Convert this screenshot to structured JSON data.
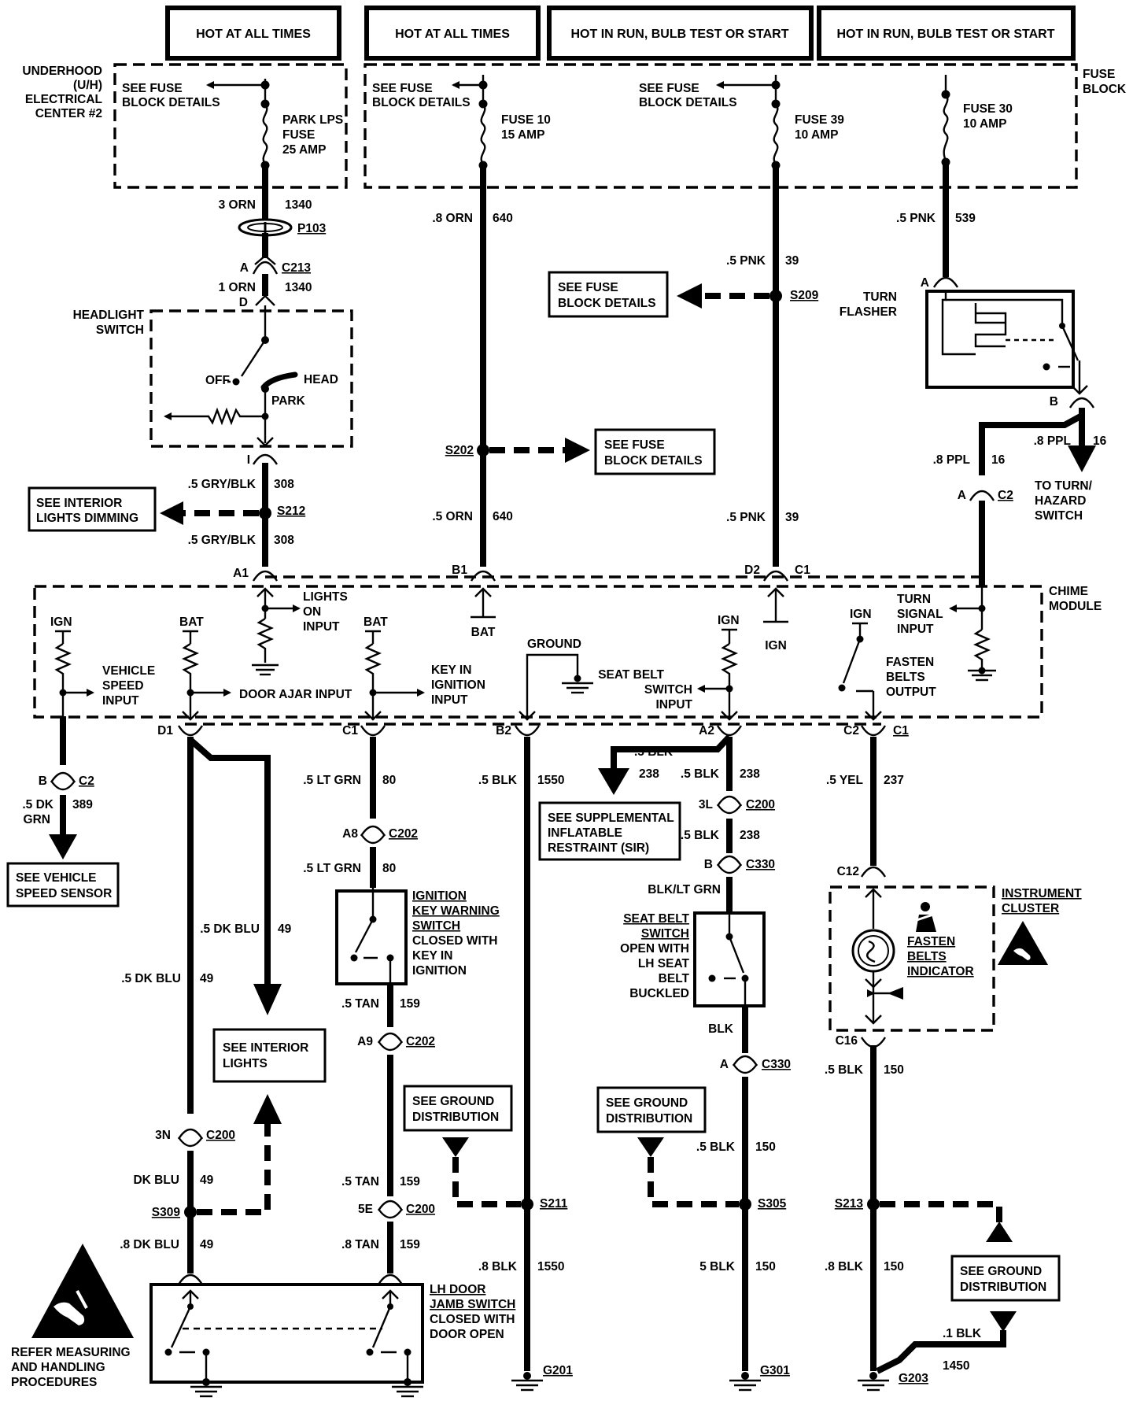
{
  "headers": {
    "h1": "HOT AT ALL TIMES",
    "h2": "HOT AT ALL TIMES",
    "h3": "HOT IN RUN, BULB TEST OR START",
    "h4": "HOT IN RUN, BULB TEST OR START"
  },
  "underhood": {
    "title": [
      "UNDERHOOD",
      "(U/H)",
      "ELECTRICAL",
      "CENTER #2"
    ],
    "see_fuse": [
      "SEE FUSE",
      "BLOCK DETAILS"
    ],
    "fuse": [
      "PARK LPS",
      "FUSE",
      "25 AMP"
    ]
  },
  "fuse_block": {
    "title": [
      "FUSE",
      "BLOCK"
    ],
    "see_fuse_1": [
      "SEE FUSE",
      "BLOCK DETAILS"
    ],
    "see_fuse_2": [
      "SEE FUSE",
      "BLOCK DETAILS"
    ],
    "fuse10": [
      "FUSE 10",
      "15 AMP"
    ],
    "fuse39": [
      "FUSE 39",
      "10 AMP"
    ],
    "fuse30": [
      "FUSE 30",
      "10 AMP"
    ]
  },
  "wires": {
    "w_3orn": "3 ORN",
    "c_1340a": "1340",
    "p103": "P103",
    "pin_a": "A",
    "c213": "C213",
    "w_1orn": "1 ORN",
    "c_1340b": "1340",
    "pin_d": "D",
    "w_8orn": ".8 ORN",
    "c_640a": "640",
    "w_5pnk_a": ".5 PNK",
    "c_39a": "39",
    "w_5pnk_539": ".5 PNK",
    "c_539": "539",
    "pin_a_tf": "A",
    "s209": "S209",
    "s202": "S202",
    "s212": "S212",
    "pin_i": "I",
    "w_gryblk_a": ".5 GRY/BLK",
    "c_308a": "308",
    "w_gryblk_b": ".5 GRY/BLK",
    "c_308b": "308",
    "w_5orn": ".5 ORN",
    "c_640b": "640",
    "w_5pnk_b": ".5 PNK",
    "c_39b": "39",
    "pin_b_tf": "B",
    "w_8ppl_a": ".8 PPL",
    "c_16a": "16",
    "w_8ppl_b": ".8 PPL",
    "c_16b": "16",
    "pin_a_c2": "A",
    "c2_top": "C2",
    "pin_a1": "A1",
    "pin_b1": "B1",
    "pin_d2": "D2",
    "pin_c1_top": "C1"
  },
  "see_boxes": {
    "fuse_s209": [
      "SEE FUSE",
      "BLOCK DETAILS"
    ],
    "fuse_s202": [
      "SEE FUSE",
      "BLOCK DETAILS"
    ],
    "interior_dimming": [
      "SEE INTERIOR",
      "LIGHTS DIMMING"
    ],
    "to_turn_hazard": [
      "TO TURN/",
      "HAZARD",
      "SWITCH"
    ]
  },
  "headlight_switch": {
    "title": [
      "HEADLIGHT",
      "SWITCH"
    ],
    "off": "OFF",
    "head": "HEAD",
    "park": "PARK"
  },
  "turn_flasher": {
    "title": [
      "TURN",
      "FLASHER"
    ]
  },
  "chime_module": {
    "title": [
      "CHIME",
      "MODULE"
    ],
    "ign1": "IGN",
    "vehicle_speed": [
      "VEHICLE",
      "SPEED",
      "INPUT"
    ],
    "bat1": "BAT",
    "door_ajar": "DOOR AJAR INPUT",
    "lights_on": [
      "LIGHTS",
      "ON",
      "INPUT"
    ],
    "bat2": "BAT",
    "key_in": [
      "KEY IN",
      "IGNITION",
      "INPUT"
    ],
    "bat3": "BAT",
    "ground": "GROUND",
    "ign2": "IGN",
    "seat_belt": [
      "SEAT BELT",
      "SWITCH",
      "INPUT"
    ],
    "ign3": "IGN",
    "ign4": "IGN",
    "fasten": [
      "FASTEN",
      "BELTS",
      "OUTPUT"
    ],
    "turn_signal": [
      "TURN",
      "SIGNAL",
      "INPUT"
    ]
  },
  "lower": {
    "pin_d1": "D1",
    "pin_c1": "C1",
    "pin_b2": "B2",
    "pin_a2": "A2",
    "pin_c2": "C2",
    "pin_c1b": "C1",
    "pin_b_c2": "B",
    "c2_low": "C2",
    "w_dkgrn": [
      ".5 DK",
      "GRN"
    ],
    "c_389": "389",
    "see_vss": [
      "SEE  VEHICLE",
      "SPEED  SENSOR"
    ],
    "w_dkblu_a": ".5 DK BLU",
    "c_49a": "49",
    "w_dkblu_b": ".5 DK BLU",
    "c_49b": "49",
    "see_int_lights": [
      "SEE INTERIOR",
      "LIGHTS"
    ],
    "pin_3n": "3N",
    "c200_a": "C200",
    "w_dkblu_c": "DK BLU",
    "c_49c": "49",
    "s309": "S309",
    "w_8dkblu": ".8 DK BLU",
    "c_49d": "49",
    "w_ltgrn_a": ".5 LT GRN",
    "c_80a": "80",
    "pin_a8": "A8",
    "c202_a": "C202",
    "w_ltgrn_b": ".5 LT GRN",
    "c_80b": "80",
    "ign_key": [
      "IGNITION",
      "KEY WARNING",
      "SWITCH",
      "CLOSED WITH",
      "KEY IN",
      "IGNITION"
    ],
    "w_5tan_a": ".5 TAN",
    "c_159a": "159",
    "pin_a9": "A9",
    "c202_b": "C202",
    "w_5tan_b": ".5 TAN",
    "c_159b": "159",
    "pin_5e": "5E",
    "c200_b": "C200",
    "w_8tan": ".8 TAN",
    "c_159c": "159",
    "lh_door": [
      "LH DOOR",
      "JAMB SWITCH",
      "CLOSED WITH",
      "DOOR OPEN"
    ],
    "w_5blk_1550": ".5 BLK",
    "c_1550a": "1550",
    "see_gnd_1": [
      "SEE GROUND",
      "DISTRIBUTION"
    ],
    "s211": "S211",
    "w_8blk_1550": ".8 BLK",
    "c_1550b": "1550",
    "g201": "G201",
    "w_5blk_238a": ".5 BLK",
    "c_238a": "238",
    "w_5blk_238b": ".5 BLK",
    "c_238b": "238",
    "see_sir": [
      "SEE SUPPLEMENTAL",
      "INFLATABLE",
      "RESTRAINT (SIR)"
    ],
    "pin_3l": "3L",
    "c200_c": "C200",
    "w_5blk_238c": ".5 BLK",
    "c_238c": "238",
    "pin_b_c330": "B",
    "c330_a": "C330",
    "w_blkltgrn": "BLK/LT GRN",
    "seat_belt_sw": [
      "SEAT BELT",
      "SWITCH",
      "OPEN WITH",
      "LH SEAT",
      "BELT",
      "BUCKLED"
    ],
    "w_blk": "BLK",
    "pin_a_c330": "A",
    "c330_b": "C330",
    "see_gnd_2": [
      "SEE GROUND",
      "DISTRIBUTION"
    ],
    "w_5blk_150a": ".5 BLK",
    "c_150a": "150",
    "s305": "S305",
    "w_5blk_150b": "5 BLK",
    "c_150b": "150",
    "g301": "G301",
    "w_5yel": ".5 YEL",
    "c_237": "237",
    "pin_c12": "C12",
    "instrument_cluster": [
      "INSTRUMENT",
      "CLUSTER"
    ],
    "fasten_ind": [
      "FASTEN",
      "BELTS",
      "INDICATOR"
    ],
    "pin_c16": "C16",
    "w_5blk_150c": ".5 BLK",
    "c_150c": "150",
    "s213": "S213",
    "w_8blk_150": ".8 BLK",
    "c_150d": "150",
    "see_gnd_3": [
      "SEE GROUND",
      "DISTRIBUTION"
    ],
    "w_1blk": ".1 BLK",
    "c_1450": "1450",
    "g203": "G203",
    "esd_note": [
      "REFER MEASURING",
      "AND HANDLING",
      "PROCEDURES"
    ]
  }
}
